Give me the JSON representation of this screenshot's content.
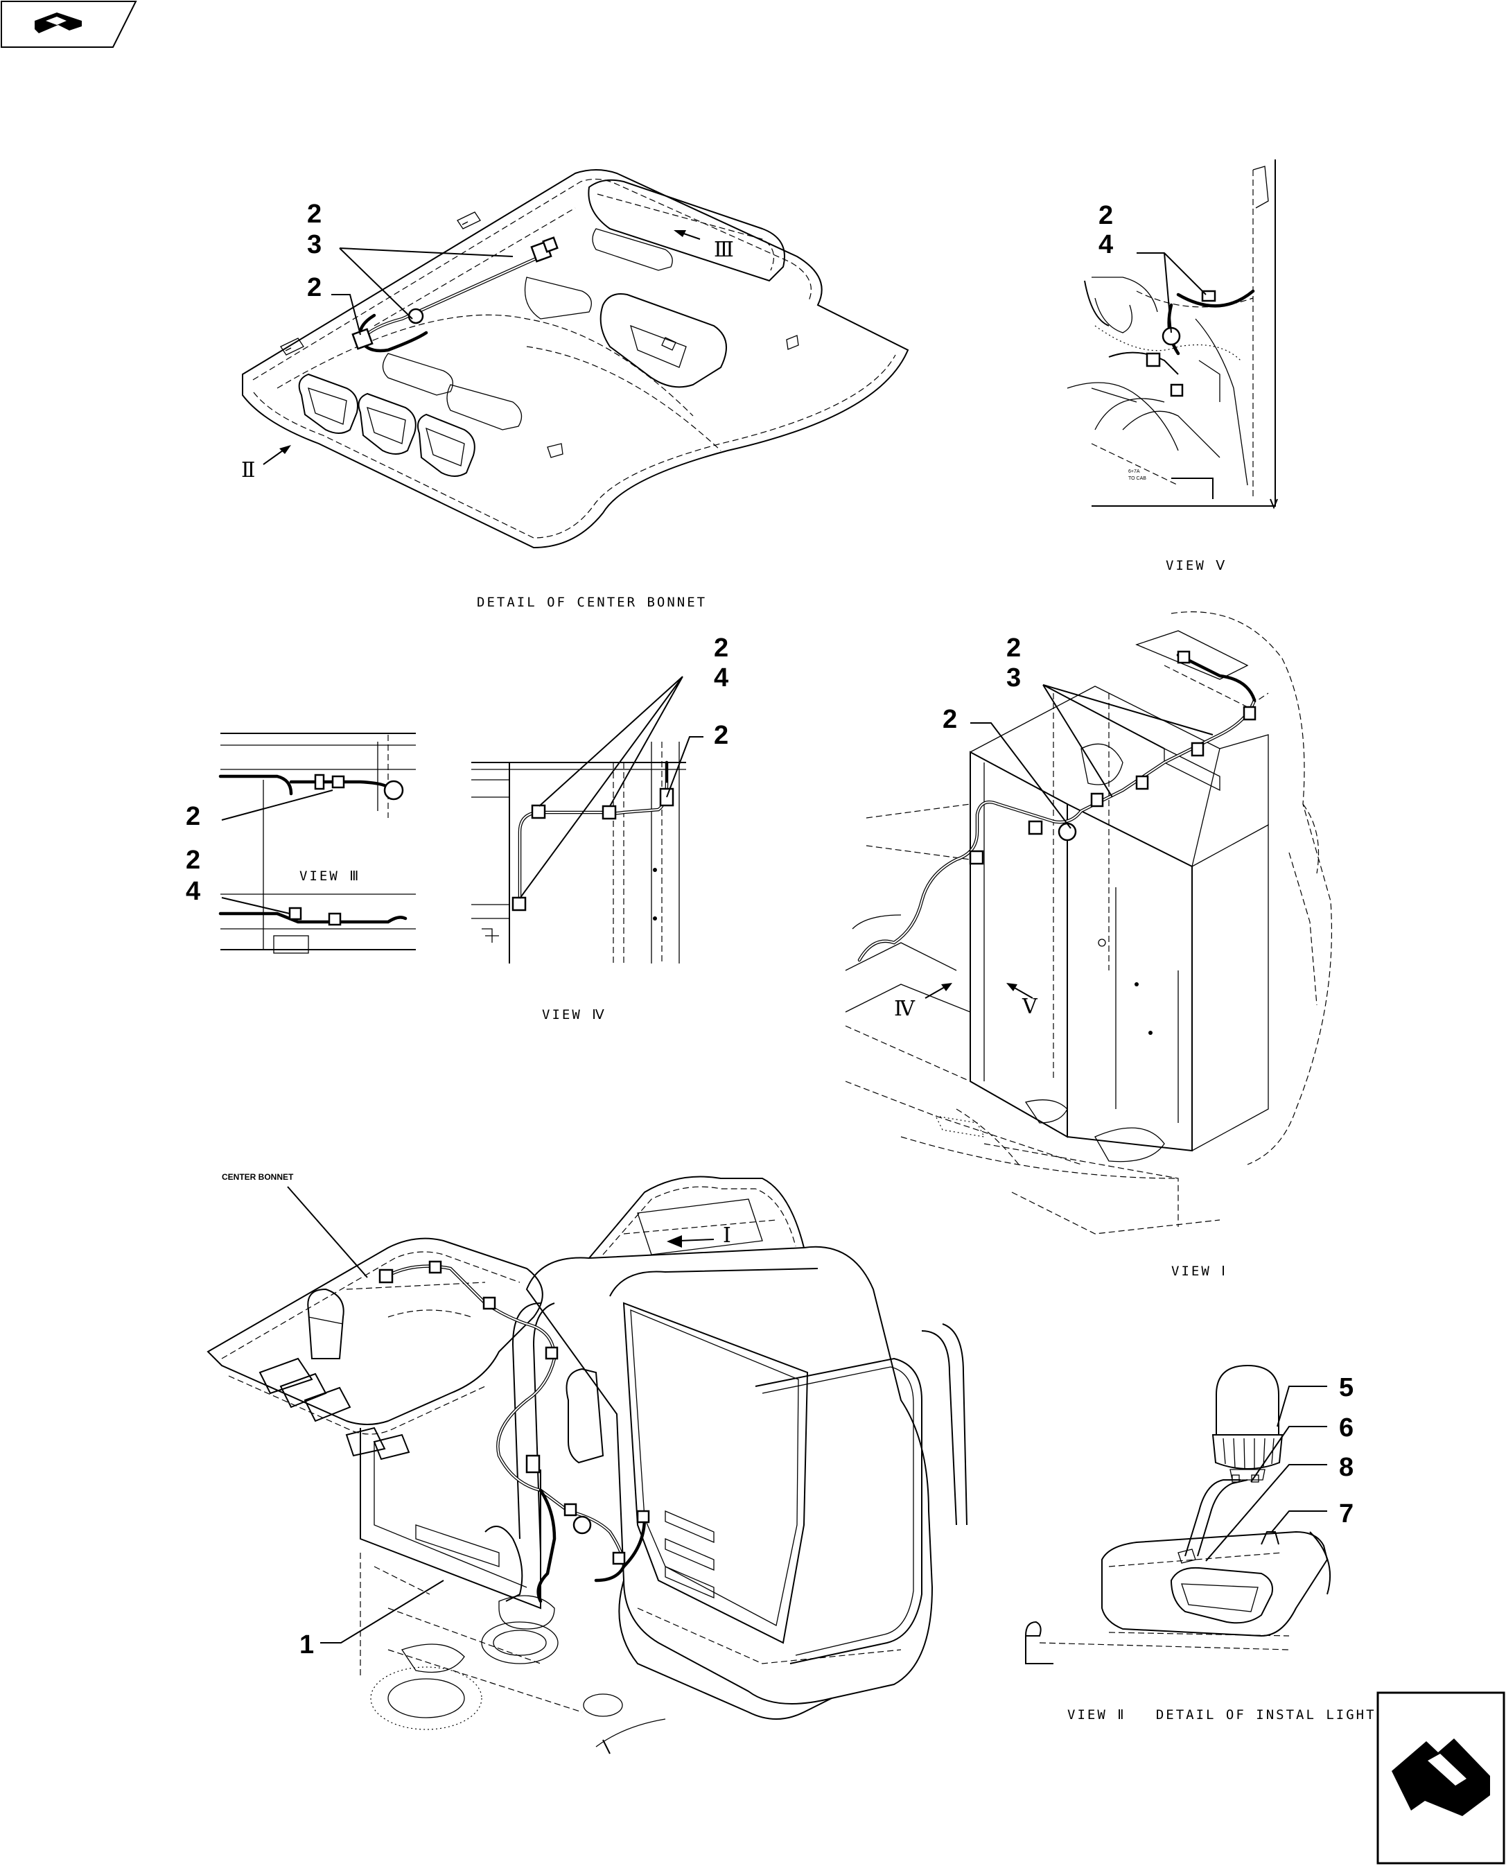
{
  "nav": {
    "top_icon": "page-turn-arrow-icon",
    "bottom_icon": "next-page-arrow-icon"
  },
  "views": {
    "center_bonnet": {
      "caption": "DETAIL OF CENTER BONNET",
      "view_mark_iii": "Ⅲ",
      "view_mark_ii": "Ⅱ"
    },
    "view_v": {
      "caption": "VIEW Ⅴ",
      "note_line1": "6+7A",
      "note_line2": "TO CAB"
    },
    "view_iii": {
      "caption": "VIEW Ⅲ"
    },
    "view_iv": {
      "caption": "VIEW Ⅳ"
    },
    "view_i": {
      "caption": "VIEW Ⅰ",
      "view_mark_iv": "Ⅳ",
      "view_mark_v": "Ⅴ"
    },
    "overall": {
      "label_center_bonnet": "CENTER BONNET",
      "view_mark_i": "Ⅰ"
    },
    "view_ii": {
      "caption": "VIEW Ⅱ   DETAIL OF INSTAL LIGHT"
    }
  },
  "callouts": {
    "bonnet": [
      "2",
      "3",
      "2"
    ],
    "view_v": [
      "2",
      "4"
    ],
    "view_iii": [
      "2",
      "2",
      "4"
    ],
    "view_iv": [
      "2",
      "4",
      "2"
    ],
    "view_i": [
      "2",
      "3",
      "2"
    ],
    "overall": [
      "1"
    ],
    "view_ii": [
      "5",
      "6",
      "8",
      "7"
    ]
  }
}
